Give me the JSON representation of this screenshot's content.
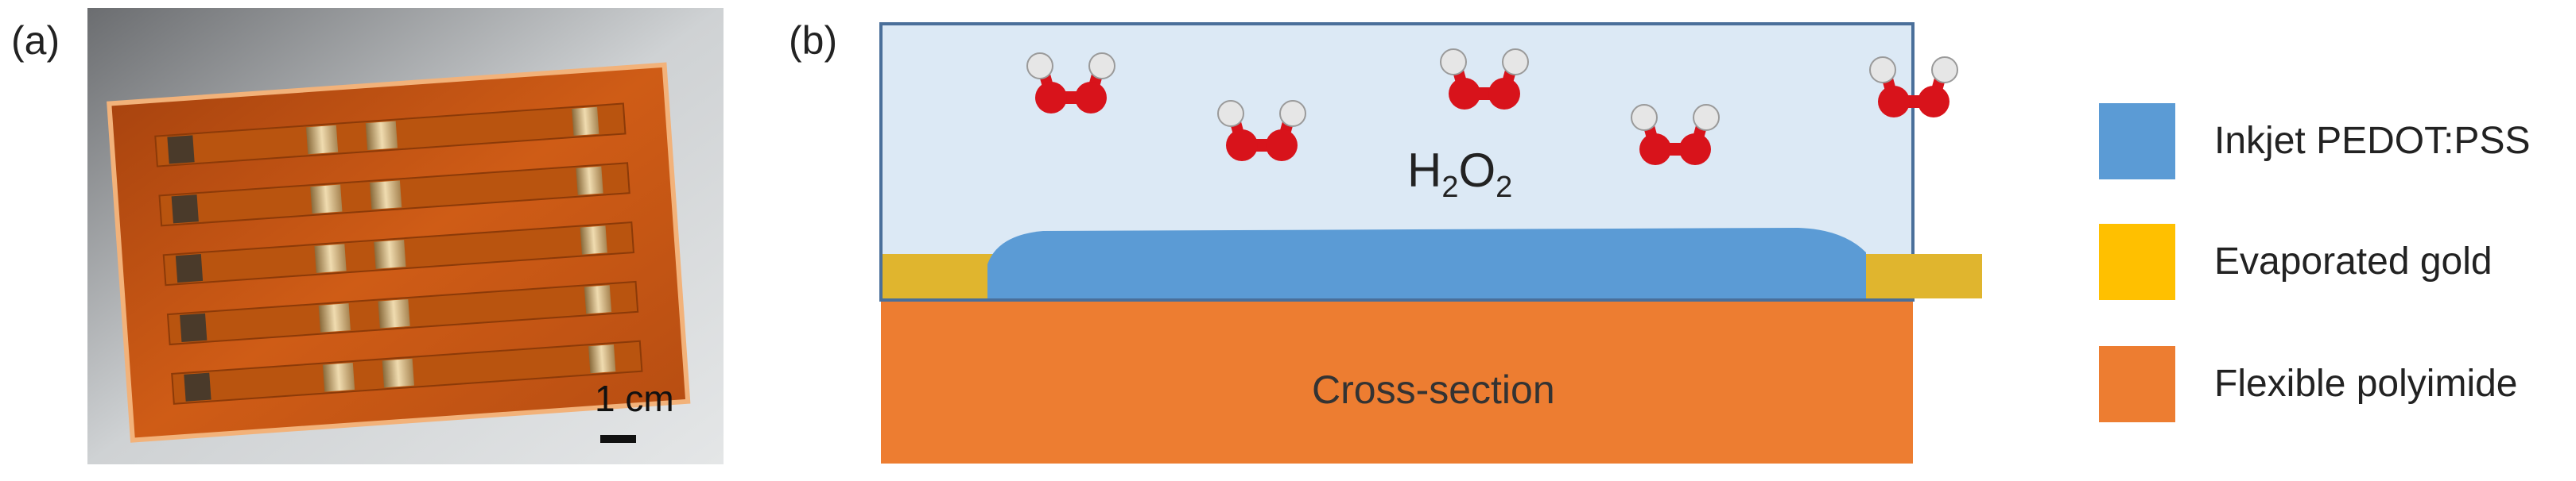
{
  "panels": {
    "a_label": "(a)",
    "b_label": "(b)"
  },
  "photo": {
    "scale_label": "1 cm"
  },
  "diagram": {
    "analyte_base": "H",
    "analyte_sub1": "2",
    "analyte_mid": "O",
    "analyte_sub2": "2",
    "cross_section_label": "Cross-section"
  },
  "legend": [
    {
      "label": "Inkjet PEDOT:PSS",
      "color": "#5b9bd5"
    },
    {
      "label": "Evaporated gold",
      "color": "#ffc000"
    },
    {
      "label": "Flexible polyimide",
      "color": "#ed7d31"
    }
  ],
  "colors": {
    "liquid": "#dce9f5",
    "liquid_border": "#4a6f9a",
    "gold_contact": "#e0b52e",
    "oxygen_atom": "#d8131b",
    "hydrogen_atom": "#e6e6e6"
  }
}
